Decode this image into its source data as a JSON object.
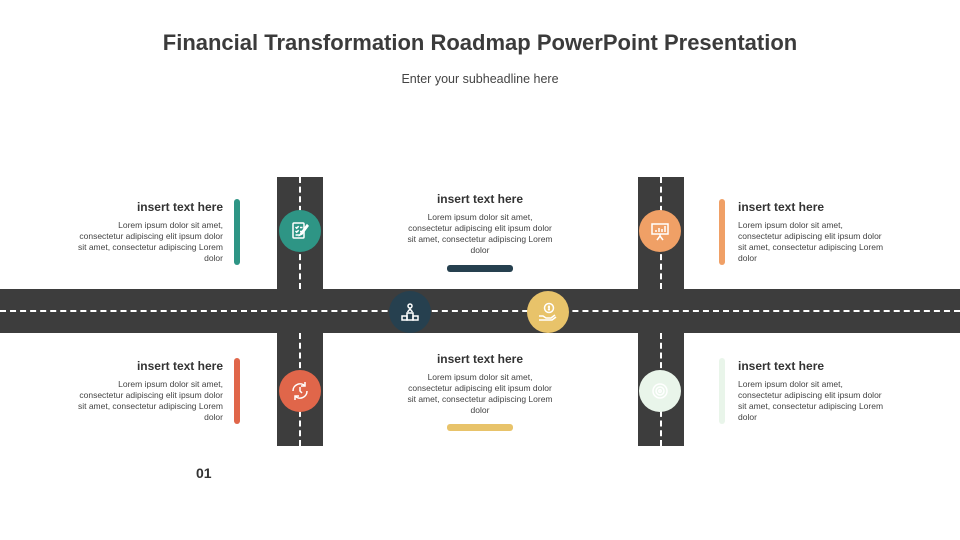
{
  "title": "Financial Transformation Roadmap PowerPoint Presentation",
  "subtitle": "Enter your subheadline here",
  "page_number": "01",
  "colors": {
    "road": "#3d3d3d",
    "teal": "#2e9585",
    "orange": "#f0a066",
    "red": "#e0664a",
    "navy": "#26404f",
    "yellow": "#e8c36a",
    "mint": "#e9f5ea"
  },
  "cards": {
    "top_left": {
      "heading": "insert text here",
      "body": "Lorem ipsum dolor sit amet, consectetur adipiscing elit ipsum dolor sit amet, consectetur adipiscing Lorem dolor"
    },
    "top_center": {
      "heading": "insert text here",
      "body": "Lorem ipsum dolor sit amet, consectetur adipiscing elit ipsum dolor sit amet, consectetur adipiscing Lorem dolor"
    },
    "top_right": {
      "heading": "insert text here",
      "body": "Lorem ipsum dolor sit amet, consectetur adipiscing elit ipsum dolor sit amet, consectetur adipiscing Lorem dolor"
    },
    "bottom_left": {
      "heading": "insert text here",
      "body": "Lorem ipsum dolor sit amet, consectetur adipiscing elit ipsum dolor sit amet, consectetur adipiscing Lorem dolor"
    },
    "bottom_center": {
      "heading": "insert text here",
      "body": "Lorem ipsum dolor sit amet, consectetur adipiscing elit ipsum dolor sit amet, consectetur adipiscing Lorem dolor"
    },
    "bottom_right": {
      "heading": "insert text here",
      "body": "Lorem ipsum dolor sit amet, consectetur adipiscing elit ipsum dolor sit amet, consectetur adipiscing Lorem dolor"
    }
  },
  "icons": {
    "top_left": "checklist-icon",
    "top_right": "presentation-chart-icon",
    "center_left": "podium-icon",
    "center_right": "money-hand-icon",
    "bottom_left": "clock-cycle-icon",
    "bottom_right": "target-icon"
  }
}
